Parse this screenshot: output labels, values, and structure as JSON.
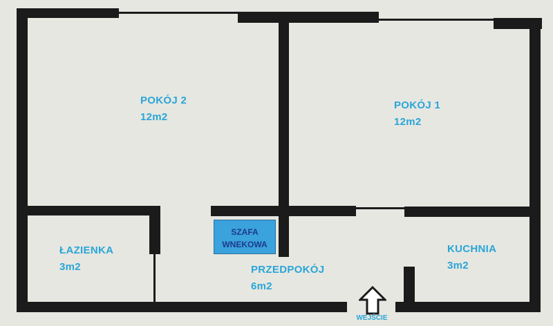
{
  "colors": {
    "wall": "#1b1b1b",
    "background": "#e6e7e1",
    "label": "#2aa5d8",
    "closet_fill": "#3aa2dc",
    "closet_text": "#1d3a8a"
  },
  "rooms": {
    "pokoj2": {
      "name": "POKÓJ 2",
      "area": "12m2"
    },
    "pokoj1": {
      "name": "POKÓJ 1",
      "area": "12m2"
    },
    "lazienka": {
      "name": "ŁAZIENKA",
      "area": "3m2"
    },
    "przedpokoj": {
      "name": "PRZEDPOKÓJ",
      "area": "6m2"
    },
    "kuchnia": {
      "name": "KUCHNIA",
      "area": "3m2"
    }
  },
  "closet": {
    "line1": "SZAFA",
    "line2": "WNEKOWA"
  },
  "entrance": {
    "label": "WEJŚCIE",
    "icon": "up-arrow-icon"
  }
}
